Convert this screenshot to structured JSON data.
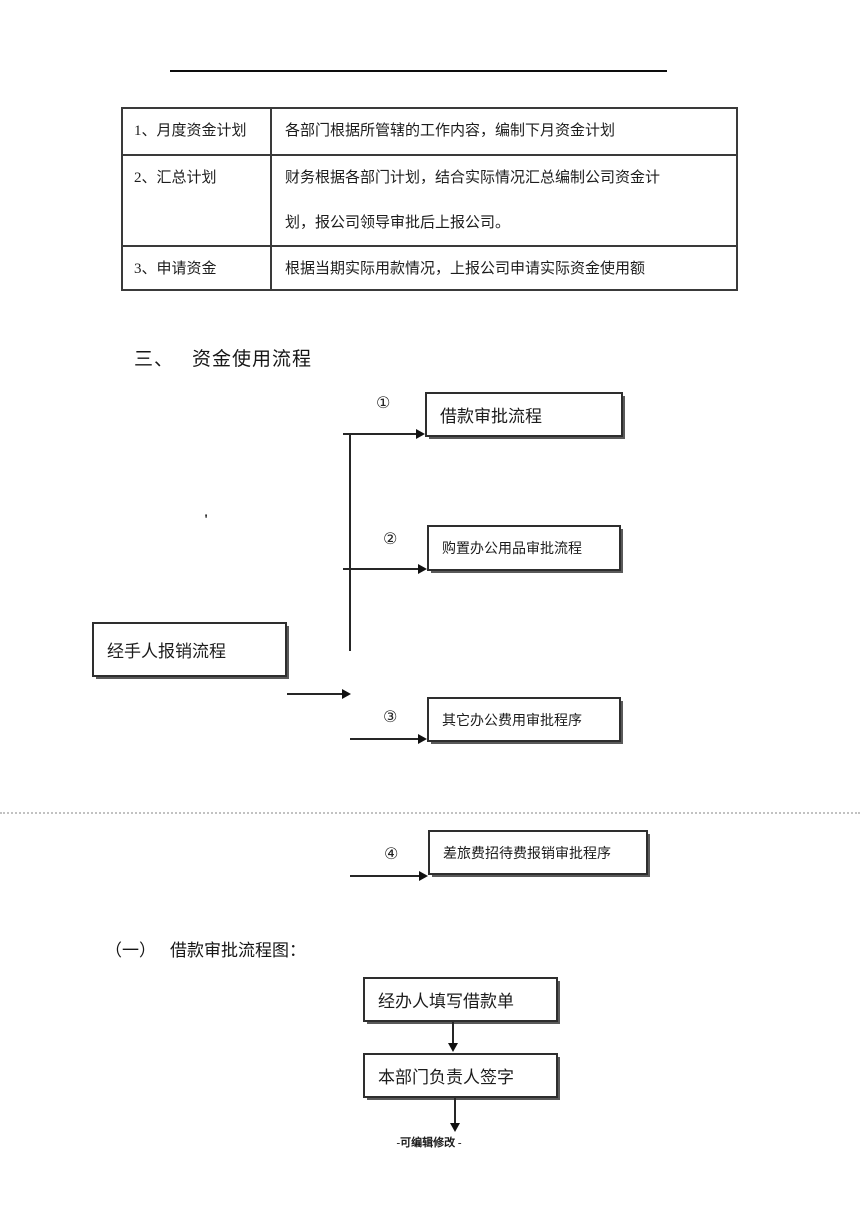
{
  "table": {
    "rows": [
      {
        "label": "1、月度资金计划",
        "desc_lines": [
          "各部门根据所管辖的工作内容，编制下月资金计划"
        ]
      },
      {
        "label": "2、汇总计划",
        "desc_lines": [
          "财务根据各部门计划，结合实际情况汇总编制公司资金计",
          "划，报公司领导审批后上报公司。"
        ]
      },
      {
        "label": "3、申请资金",
        "desc_lines": [
          "根据当期实际用款情况，上报公司申请实际资金使用额"
        ]
      }
    ]
  },
  "section": {
    "number": "三、",
    "title": "资金使用流程"
  },
  "flow": {
    "left_box": "经手人报销流程",
    "stray_mark": "'",
    "branches": [
      {
        "marker": "①",
        "label": "借款审批流程"
      },
      {
        "marker": "②",
        "label": "购置办公用品审批流程"
      },
      {
        "marker": "③",
        "label": "其它办公费用审批程序"
      },
      {
        "marker": "④",
        "label": "差旅费招待费报销审批程序"
      }
    ]
  },
  "subsection": {
    "number": "（一）",
    "title": "借款审批流程图："
  },
  "loan_flow": {
    "steps": [
      "经办人填写借款单",
      "本部门负责人签字"
    ]
  },
  "footer": {
    "text": "-可编辑修改 -"
  },
  "colors": {
    "ink": "#1c1c1c",
    "border": "#3a3a3a",
    "background": "#ffffff"
  }
}
